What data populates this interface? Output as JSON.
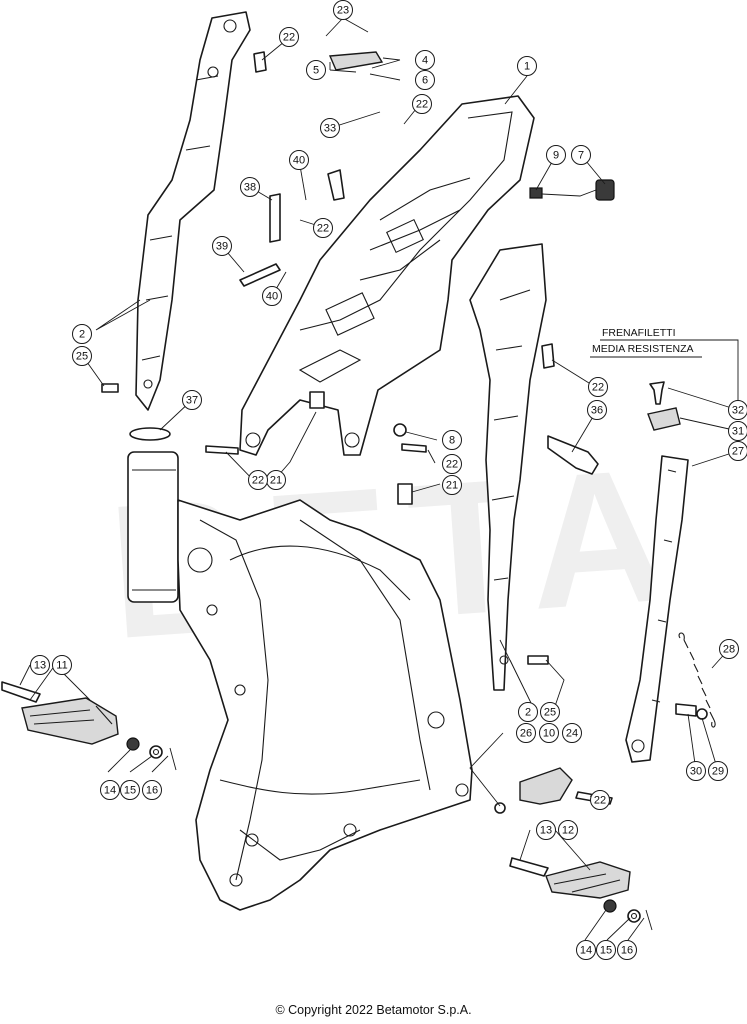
{
  "watermark": "BETA",
  "note": {
    "line1": "FRENAFILETTI",
    "line2": "MEDIA RESISTENZA"
  },
  "callouts": [
    "1",
    "2",
    "2",
    "4",
    "5",
    "6",
    "7",
    "8",
    "9",
    "10",
    "11",
    "12",
    "13",
    "13",
    "14",
    "14",
    "15",
    "15",
    "16",
    "16",
    "21",
    "21",
    "22",
    "22",
    "22",
    "22",
    "22",
    "22",
    "22",
    "23",
    "24",
    "25",
    "25",
    "26",
    "27",
    "28",
    "29",
    "30",
    "31",
    "32",
    "33",
    "36",
    "37",
    "38",
    "39",
    "40",
    "40"
  ],
  "copyright": "© Copyright 2022 Betamotor S.p.A."
}
